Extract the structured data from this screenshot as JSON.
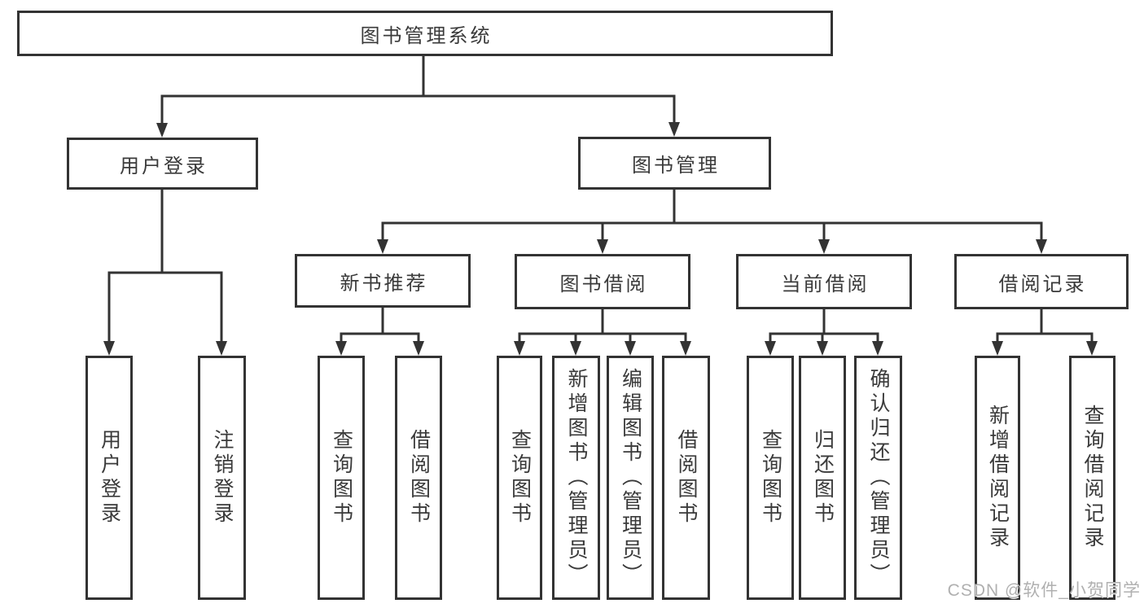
{
  "tree": {
    "label": "图书管理系统",
    "children": [
      {
        "label": "用户登录",
        "children": [
          {
            "label": "用户登录"
          },
          {
            "label": "注销登录"
          }
        ]
      },
      {
        "label": "图书管理",
        "children": [
          {
            "label": "新书推荐",
            "children": [
              {
                "label": "查询图书"
              },
              {
                "label": "借阅图书"
              }
            ]
          },
          {
            "label": "图书借阅",
            "children": [
              {
                "label": "查询图书"
              },
              {
                "label": "新增图书（管理员）"
              },
              {
                "label": "编辑图书（管理员）"
              },
              {
                "label": "借阅图书"
              }
            ]
          },
          {
            "label": "当前借阅",
            "children": [
              {
                "label": "查询图书"
              },
              {
                "label": "归还图书"
              },
              {
                "label": "确认归还（管理员）"
              }
            ]
          },
          {
            "label": "借阅记录",
            "children": [
              {
                "label": "新增借阅记录"
              },
              {
                "label": "查询借阅记录"
              }
            ]
          }
        ]
      }
    ]
  },
  "watermark": {
    "text": "CSDN @软件_小贺同学"
  },
  "colors": {
    "line": "#333333",
    "text": "#3a3a3a",
    "box-bg": "#ffffff",
    "watermark": "#b0b0b0",
    "page-bg": "#ffffff"
  }
}
